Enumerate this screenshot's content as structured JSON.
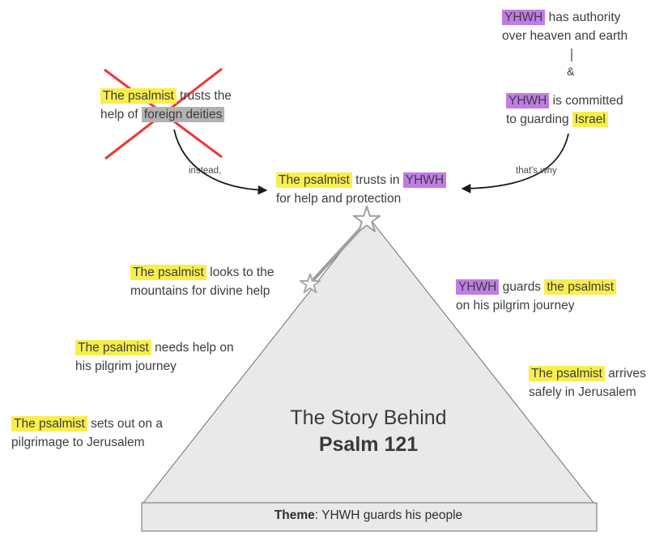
{
  "colors": {
    "yellow_highlight": "#f8ee4d",
    "purple_highlight": "#c07ce6",
    "gray_highlight": "#b2b2b2",
    "red_cross": "#ed3833",
    "triangle_fill": "#e9e9e9",
    "triangle_stroke": "#6e6e6e",
    "slope_line": "#9e9e9e",
    "arrow": "#1a1a1a"
  },
  "statements": {
    "yhwh_authority": {
      "lines": [
        [
          {
            "t": "YHWH",
            "h": "purple"
          },
          {
            "t": " has authority",
            "h": ""
          }
        ],
        [
          {
            "t": "over heaven and earth",
            "h": ""
          }
        ]
      ]
    },
    "ampersand": "&",
    "yhwh_committed": {
      "lines": [
        [
          {
            "t": "YHWH",
            "h": "purple"
          },
          {
            "t": " is committed",
            "h": ""
          }
        ],
        [
          {
            "t": "to guarding ",
            "h": ""
          },
          {
            "t": "Israel",
            "h": "yellow"
          }
        ]
      ]
    },
    "foreign_deities": {
      "lines": [
        [
          {
            "t": "The psalmist",
            "h": "yellow"
          },
          {
            "t": " trusts the",
            "h": ""
          }
        ],
        [
          {
            "t": "help of ",
            "h": ""
          },
          {
            "t": "foreign deities",
            "h": "gray"
          }
        ]
      ]
    },
    "trusts_yhwh": {
      "lines": [
        [
          {
            "t": "The psalmist",
            "h": "yellow"
          },
          {
            "t": " trusts in ",
            "h": ""
          },
          {
            "t": "YHWH",
            "h": "purple"
          }
        ],
        [
          {
            "t": "for help and protection",
            "h": ""
          }
        ]
      ]
    },
    "instead_label": "instead,",
    "thats_why_label": "that's why",
    "looks_mountains": {
      "lines": [
        [
          {
            "t": "The psalmist",
            "h": "yellow"
          },
          {
            "t": " looks to the",
            "h": ""
          }
        ],
        [
          {
            "t": "mountains for divine help",
            "h": ""
          }
        ]
      ]
    },
    "needs_help": {
      "lines": [
        [
          {
            "t": "The psalmist",
            "h": "yellow"
          },
          {
            "t": " needs help on",
            "h": ""
          }
        ],
        [
          {
            "t": "his pilgrim journey",
            "h": ""
          }
        ]
      ]
    },
    "sets_out": {
      "lines": [
        [
          {
            "t": "The psalmist",
            "h": "yellow"
          },
          {
            "t": " sets out on a",
            "h": ""
          }
        ],
        [
          {
            "t": "pilgrimage to Jerusalem",
            "h": ""
          }
        ]
      ]
    },
    "yhwh_guards": {
      "lines": [
        [
          {
            "t": "YHWH",
            "h": "purple"
          },
          {
            "t": " guards ",
            "h": ""
          },
          {
            "t": "the psalmist",
            "h": "yellow"
          }
        ],
        [
          {
            "t": "on his pilgrim journey",
            "h": ""
          }
        ]
      ]
    },
    "arrives_safely": {
      "lines": [
        [
          {
            "t": "The psalmist",
            "h": "yellow"
          },
          {
            "t": " arrives",
            "h": ""
          }
        ],
        [
          {
            "t": "safely in Jerusalem",
            "h": ""
          }
        ]
      ]
    }
  },
  "triangle": {
    "title_line1": "The Story Behind",
    "title_line2": "Psalm 121",
    "theme_line": [
      {
        "t": "Theme",
        "h": "bold"
      },
      {
        "t": ": YHWH guards his people",
        "h": ""
      }
    ]
  }
}
